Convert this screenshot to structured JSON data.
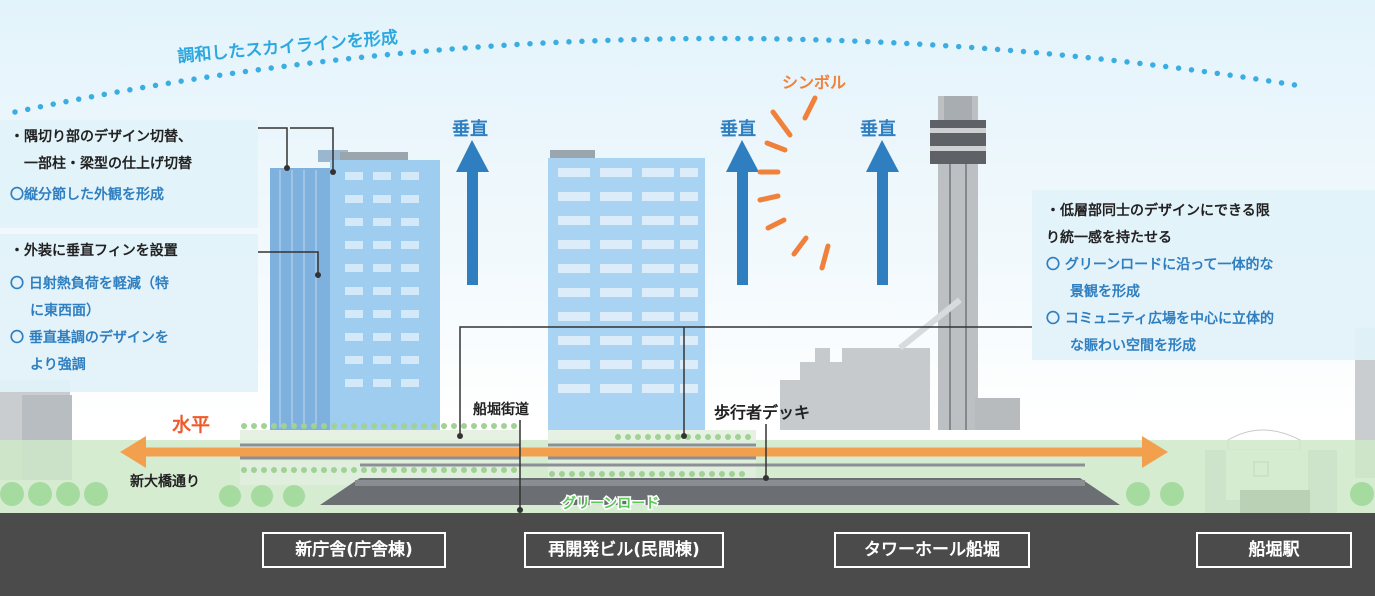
{
  "skyline_label": "調和したスカイラインを形成",
  "symbol_label": "シンボル",
  "vertical_labels": [
    "垂直",
    "垂直",
    "垂直"
  ],
  "horizontal_label": "水平",
  "street_labels": {
    "funabori_street": "船堀街道",
    "pedestrian_deck": "歩行者デッキ",
    "shin_ohashi": "新大橋通り",
    "green_road": "グリーンロード"
  },
  "left_panel_1": {
    "lines": [
      "・隅切り部のデザイン切替、",
      "一部柱・梁型の仕上げ切替",
      "〇縦分節した外観を形成"
    ]
  },
  "left_panel_2": {
    "lines": [
      "・外装に垂直フィンを設置",
      "〇 日射熱負荷を軽減（特",
      "に東西面）",
      "〇 垂直基調のデザインを",
      "より強調"
    ]
  },
  "right_panel": {
    "lines": [
      "・低層部同士のデザインにできる限",
      "り統一感を持たせる",
      "〇 グリーンロードに沿って一体的な",
      "景観を形成",
      "〇 コミュニティ広場を中心に立体的",
      "な賑わい空間を形成"
    ]
  },
  "buildings": [
    "新庁舎(庁舎棟)",
    "再開発ビル(民間棟)",
    "タワーホール船堀",
    "船堀駅"
  ],
  "colors": {
    "accent_blue": "#2f7fc0",
    "orange": "#f0813a",
    "green": "#a6dba0",
    "road": "#4b4b4b"
  }
}
